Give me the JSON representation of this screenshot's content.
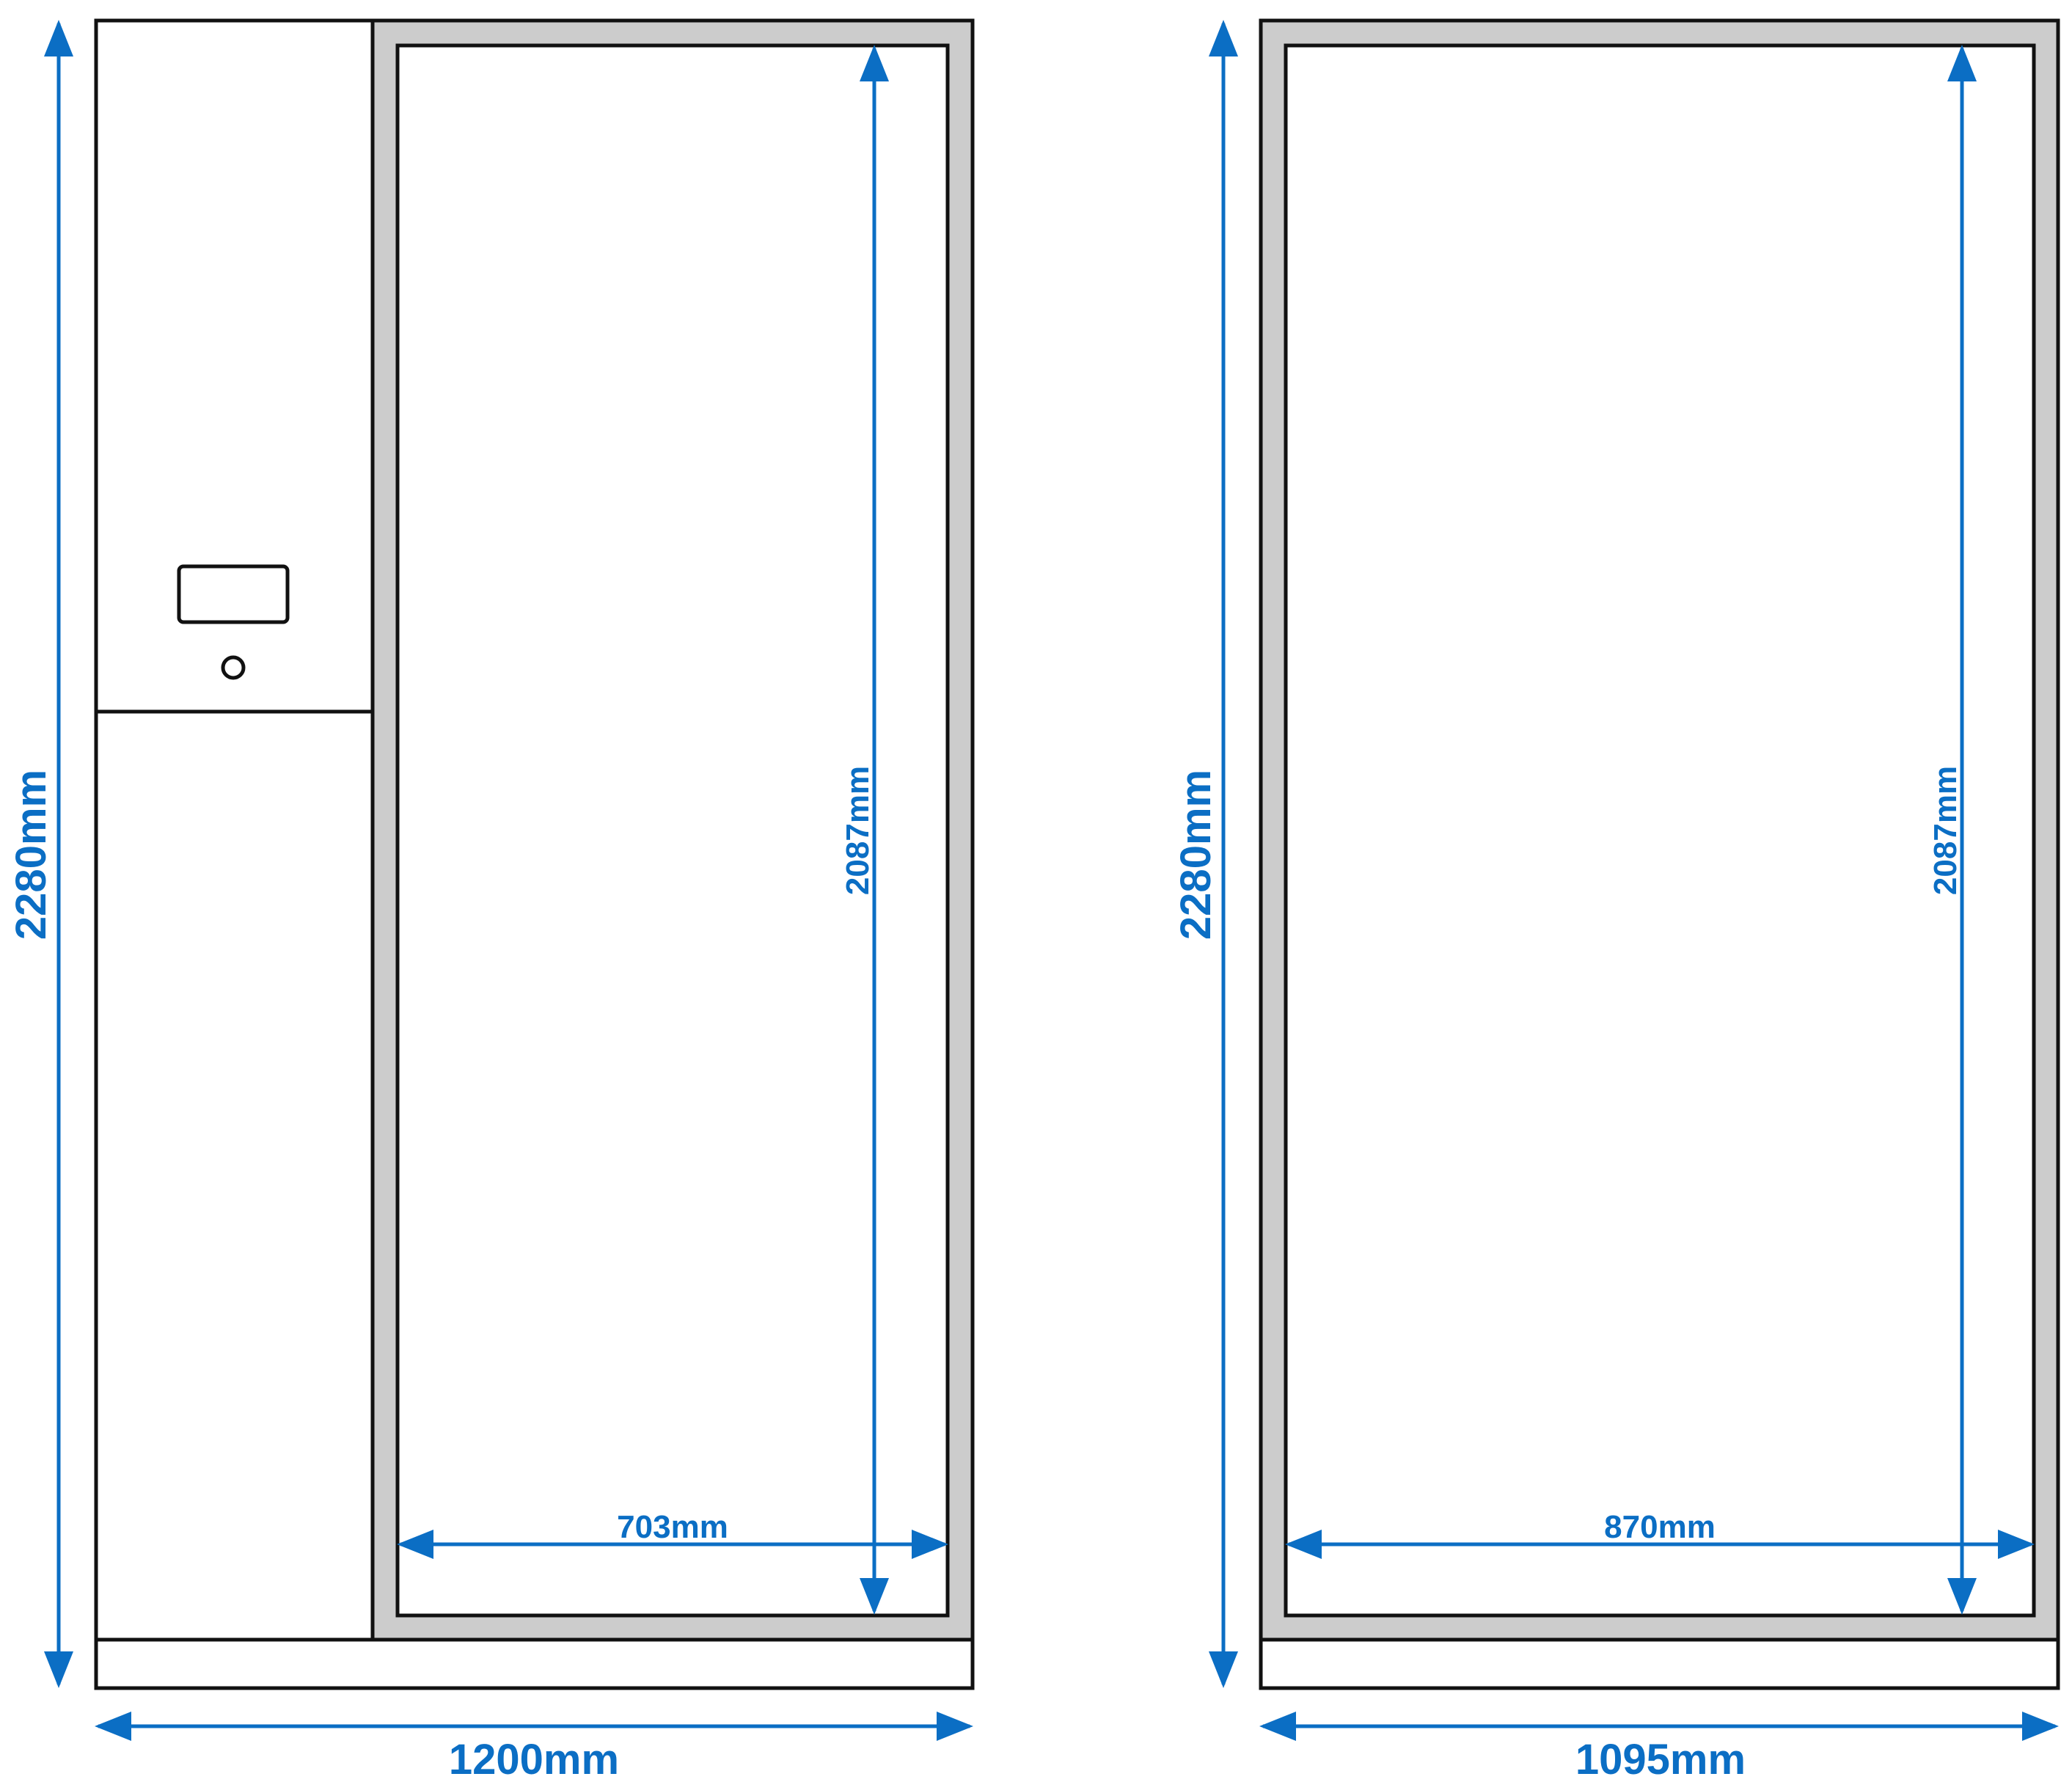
{
  "colors": {
    "dimension": "#0b6ec4",
    "frame": "#cccccc",
    "outline": "#111111",
    "background": "#ffffff"
  },
  "left_unit": {
    "total_height": "2280mm",
    "total_width": "1200mm",
    "inner_height": "2087mm",
    "inner_width": "703mm"
  },
  "right_unit": {
    "total_height": "2280mm",
    "total_width": "1095mm",
    "inner_height": "2087mm",
    "inner_width": "870mm"
  }
}
